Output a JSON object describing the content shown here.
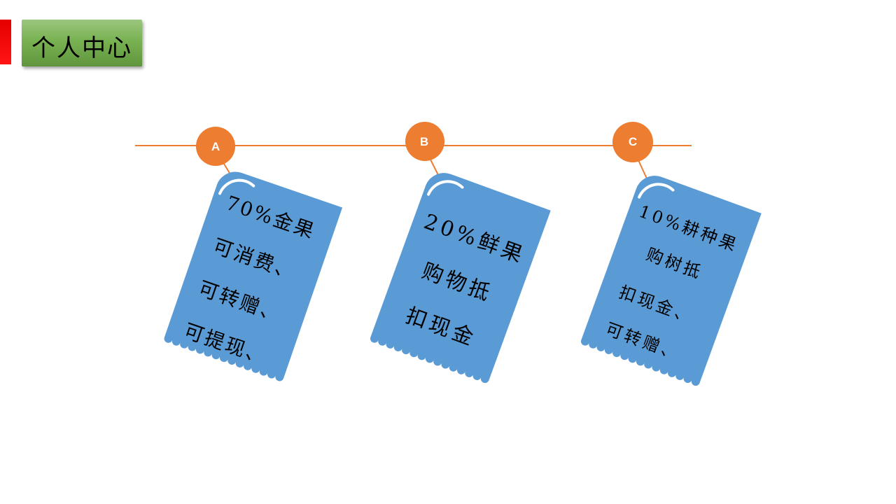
{
  "slide": {
    "title": "个人中心"
  },
  "colors": {
    "accent": "#ED7D31",
    "tag": "#5B9BD5",
    "title_bg": "#70AD47",
    "left_bar": "#FF0000"
  },
  "tags": [
    {
      "label": "A",
      "lines": [
        "70%金果",
        "可消费、",
        "可转赠、",
        "可提现、"
      ]
    },
    {
      "label": "B",
      "lines": [
        "20%鲜果",
        "购物抵",
        "扣现金"
      ]
    },
    {
      "label": "C",
      "lines": [
        "10%耕种果",
        "购树抵",
        "扣现金、",
        "可转赠、"
      ]
    }
  ]
}
